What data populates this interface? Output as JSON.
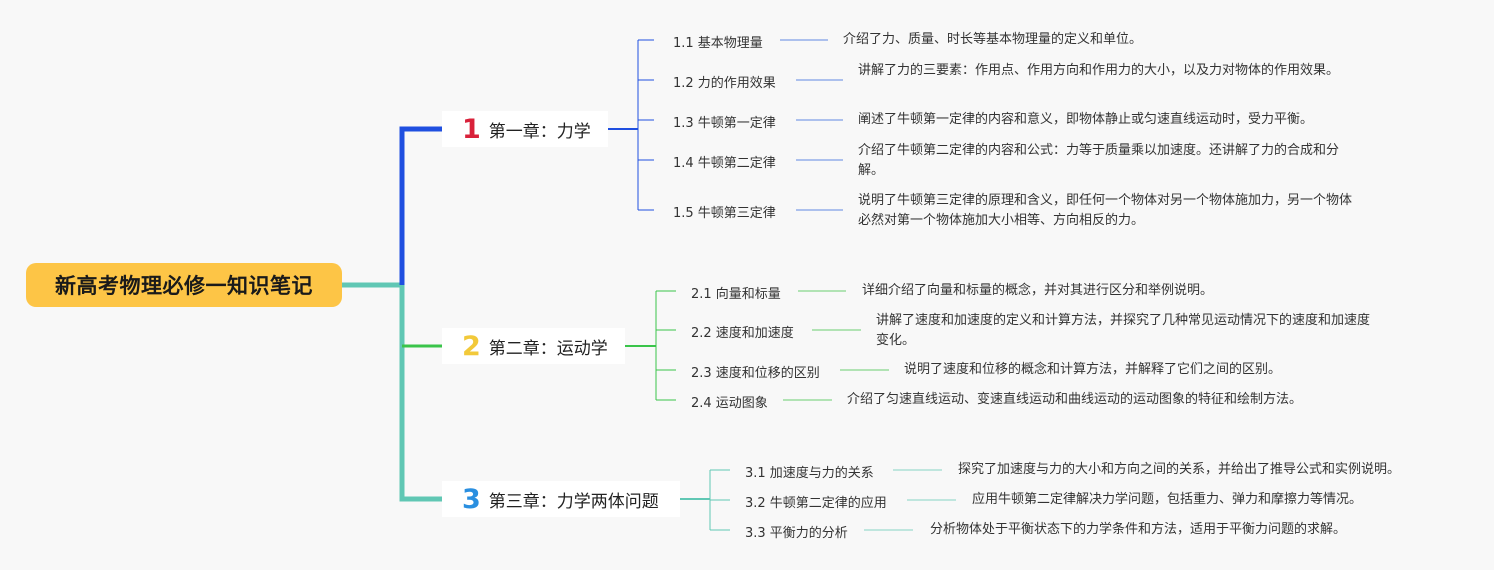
{
  "root": {
    "title": "新高考物理必修一知识笔记"
  },
  "colors": {
    "root_bg": "#fdc546",
    "chapter1": "#1f4fe0",
    "chapter2": "#3ac44a",
    "chapter3": "#60c7b4",
    "num1": "#d9213a",
    "num2": "#f2c93a",
    "num3": "#2a8fe0"
  },
  "chapters": [
    {
      "number": "1",
      "title": "第一章：力学",
      "sections": [
        {
          "label": "1.1 基本物理量",
          "desc": "介绍了力、质量、时长等基本物理量的定义和单位。"
        },
        {
          "label": "1.2 力的作用效果",
          "desc": "讲解了力的三要素：作用点、作用方向和作用力的大小，以及力对物体的作用效果。"
        },
        {
          "label": "1.3 牛顿第一定律",
          "desc": "阐述了牛顿第一定律的内容和意义，即物体静止或匀速直线运动时，受力平衡。"
        },
        {
          "label": "1.4 牛顿第二定律",
          "desc": "介绍了牛顿第二定律的内容和公式：力等于质量乘以加速度。还讲解了力的合成和分解。"
        },
        {
          "label": "1.5 牛顿第三定律",
          "desc": "说明了牛顿第三定律的原理和含义，即任何一个物体对另一个物体施加力，另一个物体必然对第一个物体施加大小相等、方向相反的力。"
        }
      ]
    },
    {
      "number": "2",
      "title": "第二章：运动学",
      "sections": [
        {
          "label": "2.1 向量和标量",
          "desc": "详细介绍了向量和标量的概念，并对其进行区分和举例说明。"
        },
        {
          "label": "2.2 速度和加速度",
          "desc": "讲解了速度和加速度的定义和计算方法，并探究了几种常见运动情况下的速度和加速度变化。"
        },
        {
          "label": "2.3 速度和位移的区别",
          "desc": "说明了速度和位移的概念和计算方法，并解释了它们之间的区别。"
        },
        {
          "label": "2.4 运动图象",
          "desc": "介绍了匀速直线运动、变速直线运动和曲线运动的运动图象的特征和绘制方法。"
        }
      ]
    },
    {
      "number": "3",
      "title": "第三章：力学两体问题",
      "sections": [
        {
          "label": "3.1 加速度与力的关系",
          "desc": "探究了加速度与力的大小和方向之间的关系，并给出了推导公式和实例说明。"
        },
        {
          "label": "3.2 牛顿第二定律的应用",
          "desc": "应用牛顿第二定律解决力学问题，包括重力、弹力和摩擦力等情况。"
        },
        {
          "label": "3.3 平衡力的分析",
          "desc": "分析物体处于平衡状态下的力学条件和方法，适用于平衡力问题的求解。"
        }
      ]
    }
  ]
}
